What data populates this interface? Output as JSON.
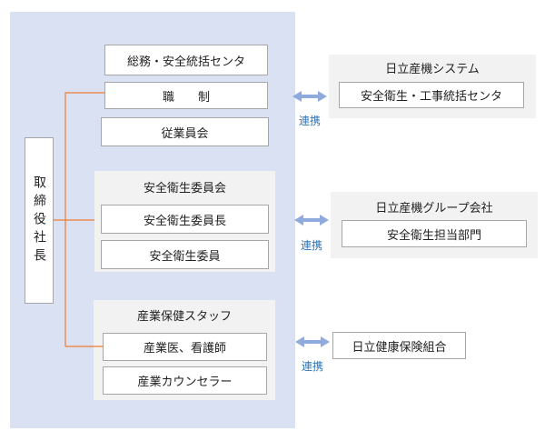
{
  "president": "取締役社長",
  "groups": {
    "general": {
      "items": [
        "総務・安全統括センタ",
        "職制",
        "従業員会"
      ]
    },
    "committee": {
      "title": "安全衛生委員会",
      "items": [
        "安全衛生委員長",
        "安全衛生委員"
      ]
    },
    "health_staff": {
      "title": "産業保健スタッフ",
      "items": [
        "産業医、看護師",
        "産業カウンセラー"
      ]
    }
  },
  "partners": [
    {
      "title": "日立産機システム",
      "item": "安全衛生・工事統括センタ"
    },
    {
      "title": "日立産機グループ会社",
      "item": "安全衛生担当部門"
    },
    {
      "item": "日立健康保険組合"
    }
  ],
  "link_label": "連携",
  "colors": {
    "panel": "#d9e1f2",
    "connector": "#ed7d31",
    "arrow": "#8faadc",
    "link_text": "#2e75b6"
  }
}
